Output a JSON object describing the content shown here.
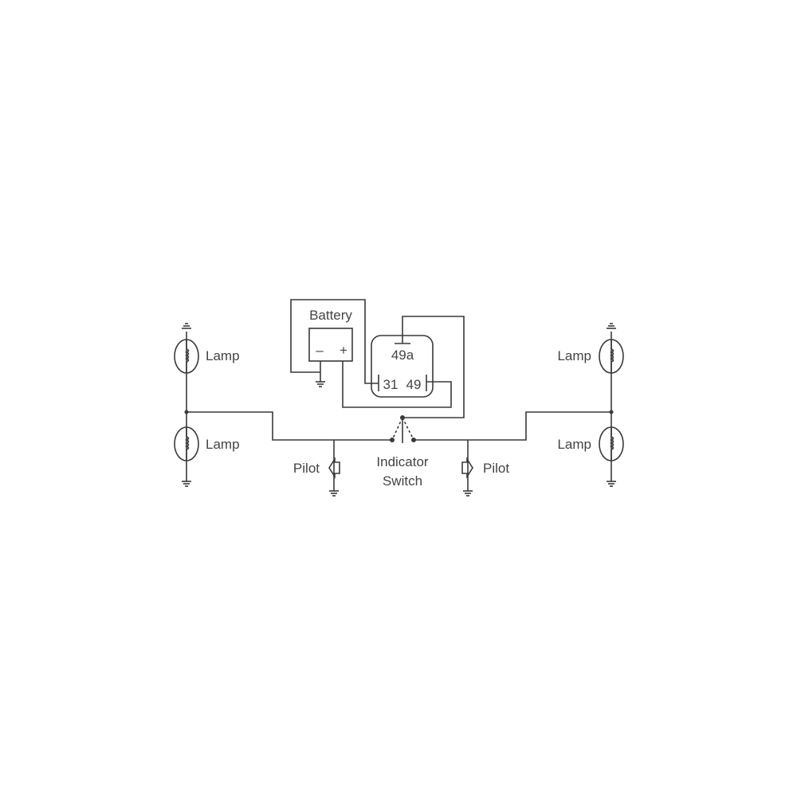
{
  "labels": {
    "battery": "Battery",
    "battery_minus": "–",
    "battery_plus": "+",
    "relay_49a": "49a",
    "relay_31": "31",
    "relay_49": "49",
    "lamp_top_left": "Lamp",
    "lamp_bottom_left": "Lamp",
    "lamp_top_right": "Lamp",
    "lamp_bottom_right": "Lamp",
    "pilot_left": "Pilot",
    "pilot_right": "Pilot",
    "switch_line1": "Indicator",
    "switch_line2": "Switch"
  },
  "colors": {
    "line": "#3a3a3a",
    "text": "#444444"
  }
}
